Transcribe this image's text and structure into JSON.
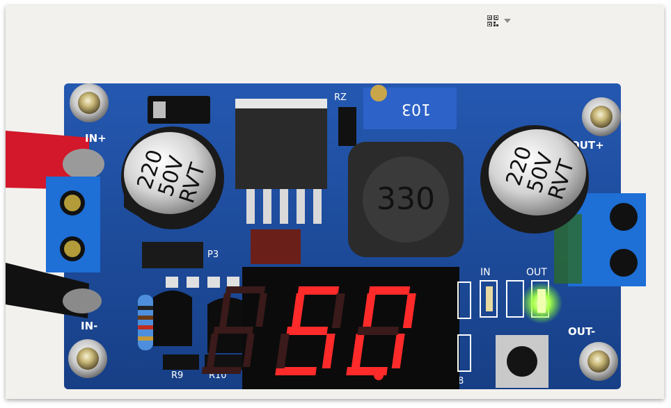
{
  "photo": {
    "subject": "",
    "labels": {
      "in_plus": "IN+",
      "in_minus": "IN-",
      "out_plus": "OUT+",
      "out_minus": "OUT-",
      "rz": "RZ",
      "p3": "P3",
      "r9": "R9",
      "r10": "R10",
      "r8": "8",
      "in_led": "IN",
      "out_led": "OUT",
      "pot_code": "103",
      "inductor_code": "330"
    },
    "cap_left": {
      "line1": "220",
      "line2": "50V",
      "line3": "RVT"
    },
    "cap_right": {
      "line1": "220",
      "line2": "50V",
      "line3": "RVT"
    },
    "display": {
      "digit1": "",
      "digit2": "5.",
      "digit3": "0"
    }
  },
  "toolbar": {
    "qr_icon": "qr-code-icon",
    "dropdown_icon": "chevron-down-icon"
  },
  "colors": {
    "pcb": "#1f4fa0",
    "segment_on": "#ff2a2a",
    "segment_off": "#3a1a1a",
    "terminal": "#1e6fd6",
    "led_green": "#8cff3a"
  }
}
